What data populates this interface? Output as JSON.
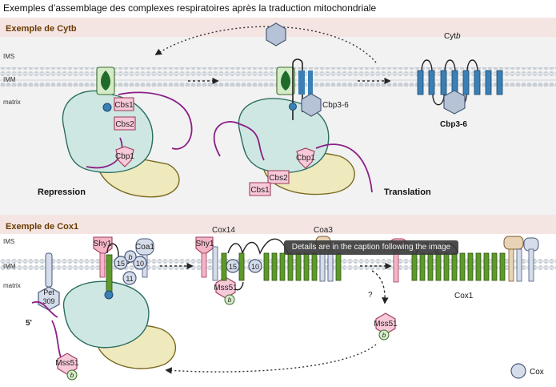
{
  "title": "Exemples d’assemblage des complexes respiratoires après la traduction mitochondriale",
  "panel_top": {
    "title": "Exemple de Cytb",
    "compartments": {
      "ims": "IMS",
      "imm": "IMM",
      "matrix": "matrix"
    },
    "labels": {
      "cbs1": "Cbs1",
      "cbs2": "Cbs2",
      "cbp1": "Cbp1",
      "cbp36": "Cbp3-6",
      "cytb_prefix": "Cyt",
      "cytb_suffix": "b",
      "repression": "Repression",
      "translation": "Translation"
    }
  },
  "panel_bottom": {
    "title": "Exemple de Cox1",
    "compartments": {
      "ims": "IMS",
      "imm": "IMM",
      "matrix": "matrix"
    },
    "labels": {
      "shy1": "Shy1",
      "coa1": "Coa1",
      "cox14": "Cox14",
      "coa3": "Coa3",
      "n15": "15",
      "n10": "10",
      "n11": "11",
      "b": "b",
      "pet": "Pet",
      "n309": "309",
      "five_prime": "5'",
      "mss51": "Mss51",
      "question": "?",
      "cox1": "Cox1"
    }
  },
  "tooltip": "Details are in the caption following the image",
  "legend": {
    "label": "Cox"
  },
  "colors": {
    "top_bg": "#f2f2f2",
    "panel_bg": "#f4e5e3",
    "membrane": "#c8ced4",
    "ribosome_large": "#cfe7e2",
    "ribosome_small": "#efe9be",
    "cbs": "#f7c9d9",
    "cytb": "#3a7fb5",
    "cox1": "#5e9a2a",
    "node": "#d5dcea",
    "mrna": "#8b1f86",
    "shy1": "#f4b6c7",
    "cbp36": "#b6c2d6"
  }
}
